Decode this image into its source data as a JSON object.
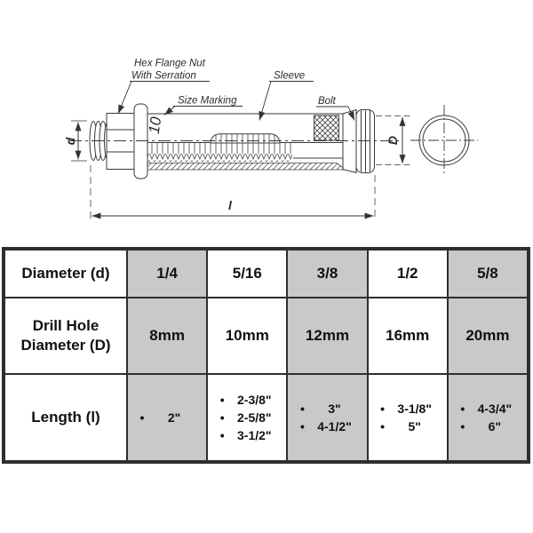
{
  "diagram": {
    "callouts": {
      "hex_flange_nut_line1": "Hex Flange Nut",
      "hex_flange_nut_line2": "With Serration",
      "size_marking": "Size Marking",
      "sleeve": "Sleeve",
      "bolt": "Bolt"
    },
    "dimensions": {
      "d": "d",
      "D": "D",
      "l": "l"
    },
    "size_marking_value": "10"
  },
  "table": {
    "bullet": "•",
    "row_labels": [
      "Diameter (d)",
      "Drill Hole Diameter (D)",
      "Length (l)"
    ],
    "columns": [
      {
        "diameter": "1/4",
        "drill_hole": "8mm",
        "lengths": [
          "2\""
        ]
      },
      {
        "diameter": "5/16",
        "drill_hole": "10mm",
        "lengths": [
          "2-3/8\"",
          "2-5/8\"",
          "3-1/2\""
        ]
      },
      {
        "diameter": "3/8",
        "drill_hole": "12mm",
        "lengths": [
          "3\"",
          "4-1/2\""
        ]
      },
      {
        "diameter": "1/2",
        "drill_hole": "16mm",
        "lengths": [
          "3-1/8\"",
          "5\""
        ]
      },
      {
        "diameter": "5/8",
        "drill_hole": "20mm",
        "lengths": [
          "4-3/4\"",
          "6\""
        ]
      }
    ],
    "colors": {
      "shaded_cell": "#c9c9c9",
      "border": "#2e2e2e"
    }
  }
}
